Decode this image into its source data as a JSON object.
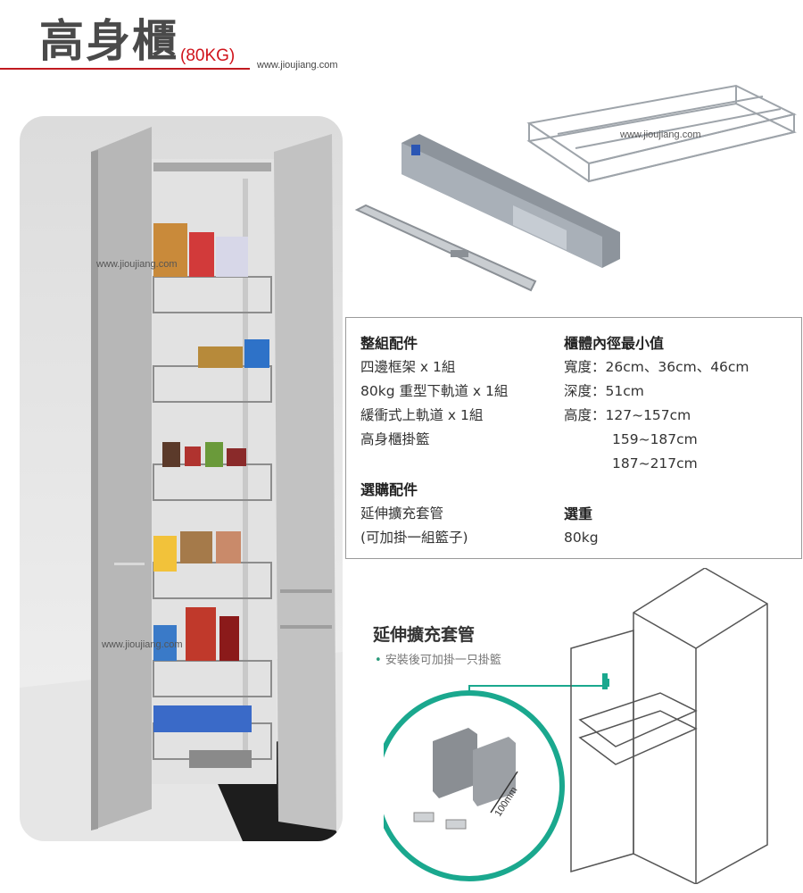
{
  "header": {
    "title": "高身櫃",
    "weight": "(80KG)",
    "site_url": "www.jioujiang.com"
  },
  "watermark": "www.jioujiang.com",
  "spec": {
    "included_heading": "整組配件",
    "included_items": [
      "四邊框架 x 1組",
      "80kg 重型下軌道 x 1組",
      "緩衝式上軌道 x 1組",
      "高身櫃掛籃"
    ],
    "optional_heading": "選購配件",
    "optional_items": [
      "延伸擴充套管",
      "(可加掛一組籃子)"
    ],
    "dimensions_heading": "櫃體內徑最小值",
    "width_line": "寬度：26cm、36cm、46cm",
    "depth_line": "深度：51cm",
    "height_line": "高度：127~157cm",
    "height_extra": [
      "159~187cm",
      "187~217cm"
    ],
    "load_heading": "選重",
    "load_value": "80kg"
  },
  "extension": {
    "title": "延伸擴充套管",
    "subtitle": "安裝後可加掛一只掛籃",
    "dimension_label": "100mm"
  },
  "colors": {
    "accent_red": "#c11a1f",
    "teal": "#1aa88e"
  }
}
